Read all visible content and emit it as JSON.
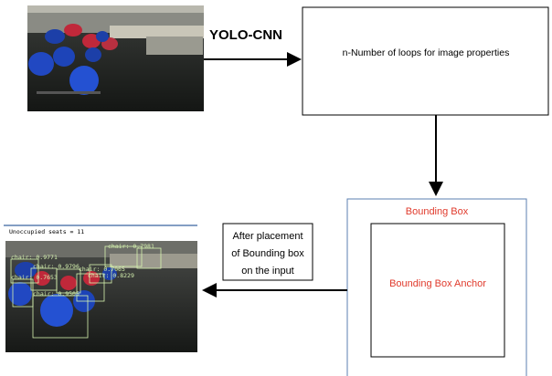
{
  "edge_label": "YOLO-CNN",
  "process_box": {
    "label": "n-Number of loops for image properties"
  },
  "bbox_outer": {
    "label": "Bounding Box"
  },
  "bbox_inner": {
    "label": "Bounding Box Anchor"
  },
  "note_box": {
    "lines": [
      "After placement",
      "of Bounding box",
      "on the input"
    ]
  },
  "output_image": {
    "header": "Unoccupied seats = 11",
    "detections": [
      "chair: 0.9771",
      "chair: 0.9796",
      "chair: 0.7065",
      "chair: 0.7653",
      "chair: 0.9505",
      "chair: 0.8229",
      "chair: 0.7981"
    ]
  },
  "colors": {
    "accent_red": "#e03a2c",
    "frame_blue": "#5b7fb0",
    "detection_box": "#d6f3b0",
    "arrow": "#000000"
  }
}
